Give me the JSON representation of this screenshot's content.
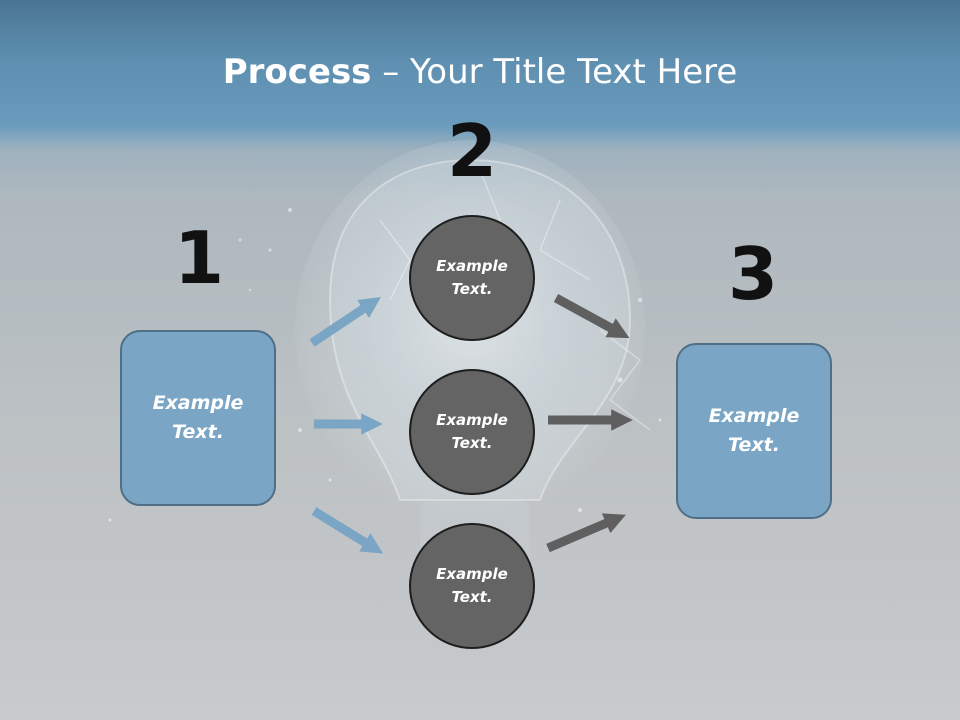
{
  "title": {
    "bold": "Process",
    "rest": " – Your Title Text Here"
  },
  "steps": {
    "step1": {
      "number": "1",
      "box_text": "Example Text."
    },
    "step2": {
      "number": "2",
      "circles": [
        "Example Text.",
        "Example Text.",
        "Example Text."
      ]
    },
    "step3": {
      "number": "3",
      "box_text": "Example Text."
    }
  },
  "colors": {
    "header_blue": "#5e8fb0",
    "box_fill": "#7aa5c4",
    "circle_fill": "#646464",
    "arrow_blue": "#7aa5c4",
    "arrow_gray": "#5f5f5f"
  }
}
